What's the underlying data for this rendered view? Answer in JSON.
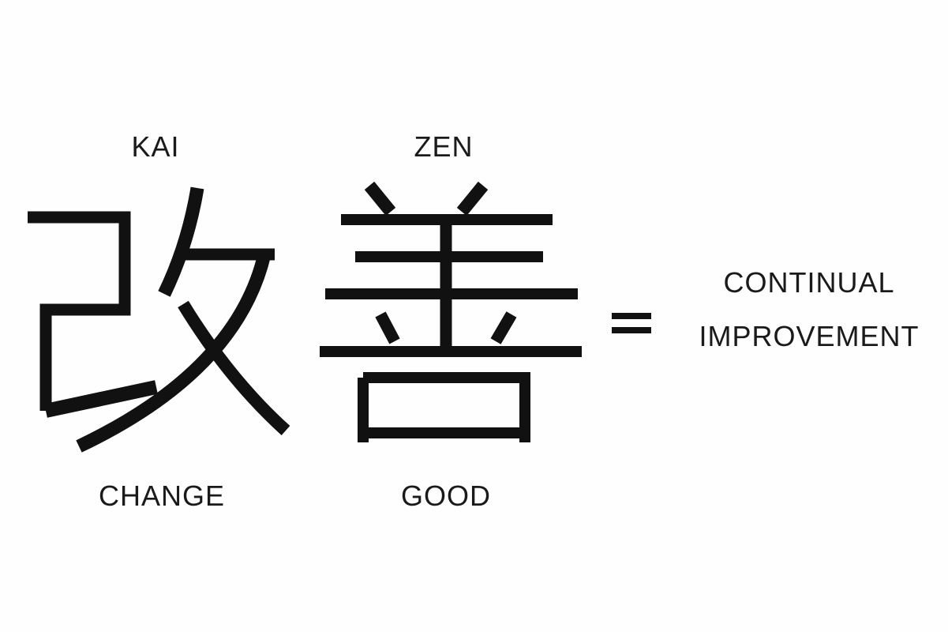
{
  "kanji": {
    "kai_char": "改",
    "zen_char": "善"
  },
  "labels": {
    "kai": "KAI",
    "zen": "ZEN",
    "change": "CHANGE",
    "good": "GOOD",
    "continual": "CONTINUAL",
    "improvement": "IMPROVEMENT"
  },
  "colors": {
    "ink": "#111111",
    "background": "#fefefe"
  }
}
